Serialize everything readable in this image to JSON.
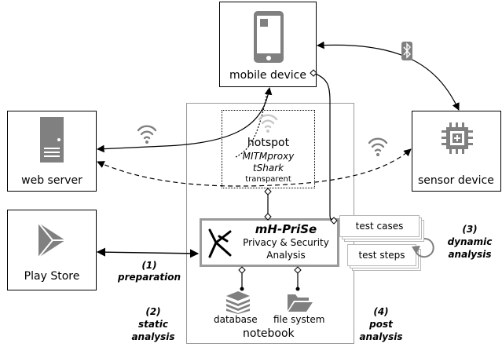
{
  "nodes": {
    "mobile_device": "mobile device",
    "web_server": "web server",
    "sensor_device": "sensor device",
    "play_store": "Play Store",
    "hotspot": {
      "title": "hotspot",
      "line1": "MITMproxy",
      "line2": "tShark",
      "line3": "transparent"
    },
    "mhprise": {
      "title": "mH-PriSe",
      "line1": "Privacy & Security",
      "line2": "Analysis"
    },
    "test_cases": "test cases",
    "test_steps": "test steps",
    "database": "database",
    "file_system": "file system",
    "notebook": "notebook"
  },
  "steps": {
    "s1_num": "(1)",
    "s1_text": "preparation",
    "s2_num": "(2)",
    "s2_line1": "static",
    "s2_line2": "analysis",
    "s3_num": "(3)",
    "s3_line1": "dynamic",
    "s3_line2": "analysis",
    "s4_num": "(4)",
    "s4_line1": "post",
    "s4_line2": "analysis"
  },
  "colors": {
    "icon_gray": "#808080",
    "frame_gray": "#9a9a9a",
    "hotspot_wifi": "#c8c8c8"
  },
  "icons": [
    "smartphone-icon",
    "server-icon",
    "chip-icon",
    "play-icon",
    "wifi-icon",
    "bluetooth-icon",
    "database-icon",
    "folder-icon",
    "mhprise-logo-icon",
    "cycle-arrow-icon"
  ]
}
